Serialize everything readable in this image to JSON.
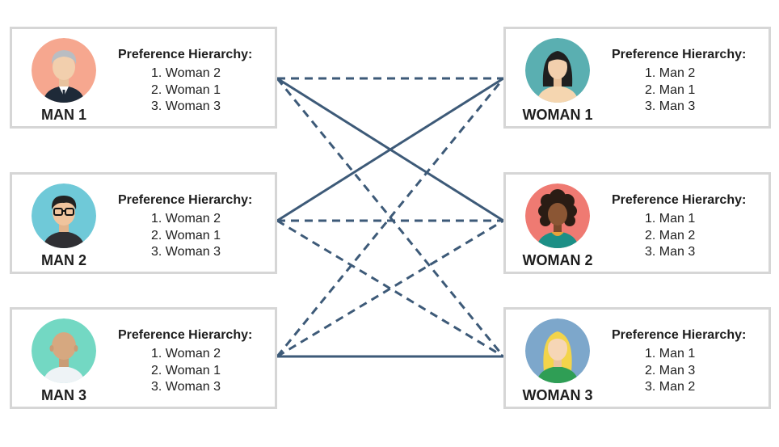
{
  "pref_label": "Preference Hierarchy:",
  "line_color": "#3d5a78",
  "men": [
    {
      "name": "MAN 1",
      "avatar_bg": "#f6a78f",
      "prefs": [
        "1. Woman 2",
        "2. Woman 1",
        "3. Woman 3"
      ]
    },
    {
      "name": "MAN 2",
      "avatar_bg": "#6fc9d8",
      "prefs": [
        "1. Woman 2",
        "2. Woman 1",
        "3. Woman 3"
      ]
    },
    {
      "name": "MAN 3",
      "avatar_bg": "#73d8c3",
      "prefs": [
        "1. Woman 2",
        "2. Woman 1",
        "3. Woman 3"
      ]
    }
  ],
  "women": [
    {
      "name": "WOMAN 1",
      "avatar_bg": "#5aafb1",
      "prefs": [
        "1. Man 2",
        "2. Man 1",
        "3. Man 3"
      ]
    },
    {
      "name": "WOMAN 2",
      "avatar_bg": "#ef7a72",
      "prefs": [
        "1. Man 1",
        "2. Man 2",
        "3. Man 3"
      ]
    },
    {
      "name": "WOMAN 3",
      "avatar_bg": "#7da7cb",
      "prefs": [
        "1. Man 1",
        "2. Man 3",
        "3. Man 2"
      ]
    }
  ],
  "connections": [
    {
      "from": "MAN 1",
      "to": "WOMAN 1",
      "style": "dashed"
    },
    {
      "from": "MAN 1",
      "to": "WOMAN 2",
      "style": "solid"
    },
    {
      "from": "MAN 1",
      "to": "WOMAN 3",
      "style": "dashed"
    },
    {
      "from": "MAN 2",
      "to": "WOMAN 1",
      "style": "solid"
    },
    {
      "from": "MAN 2",
      "to": "WOMAN 2",
      "style": "dashed"
    },
    {
      "from": "MAN 2",
      "to": "WOMAN 3",
      "style": "dashed"
    },
    {
      "from": "MAN 3",
      "to": "WOMAN 1",
      "style": "dashed"
    },
    {
      "from": "MAN 3",
      "to": "WOMAN 2",
      "style": "dashed"
    },
    {
      "from": "MAN 3",
      "to": "WOMAN 3",
      "style": "solid"
    }
  ]
}
